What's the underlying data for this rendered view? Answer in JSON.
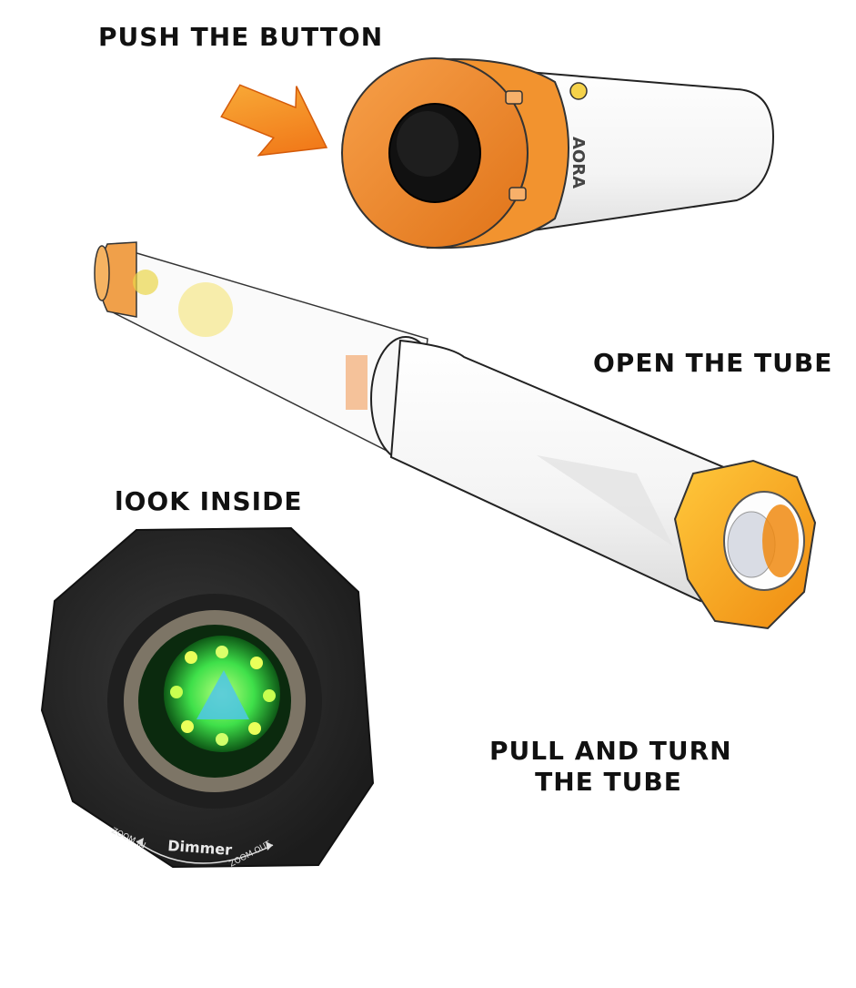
{
  "steps": {
    "push": "PUSH THE BUTTON",
    "open": "OPEN THE TUBE",
    "look": "lOOK INSIDE",
    "pull_line1": "PULL AND TURN",
    "pull_line2": "THE TUBE"
  },
  "eyepiece_markings": {
    "dimmer": "Dimmer",
    "zoom_in": "ZOOM IN",
    "zoom_out": "ZOOM OUT",
    "brand": "AORA"
  },
  "colors": {
    "cap_orange": "#f08a2a",
    "ring_yellow": "#f6a81c",
    "arrow_orange": "#f28a1c",
    "rubber_black": "#2a2a2a",
    "glow_green": "#3fe04a"
  },
  "icons": [
    "arrow-right-icon"
  ]
}
